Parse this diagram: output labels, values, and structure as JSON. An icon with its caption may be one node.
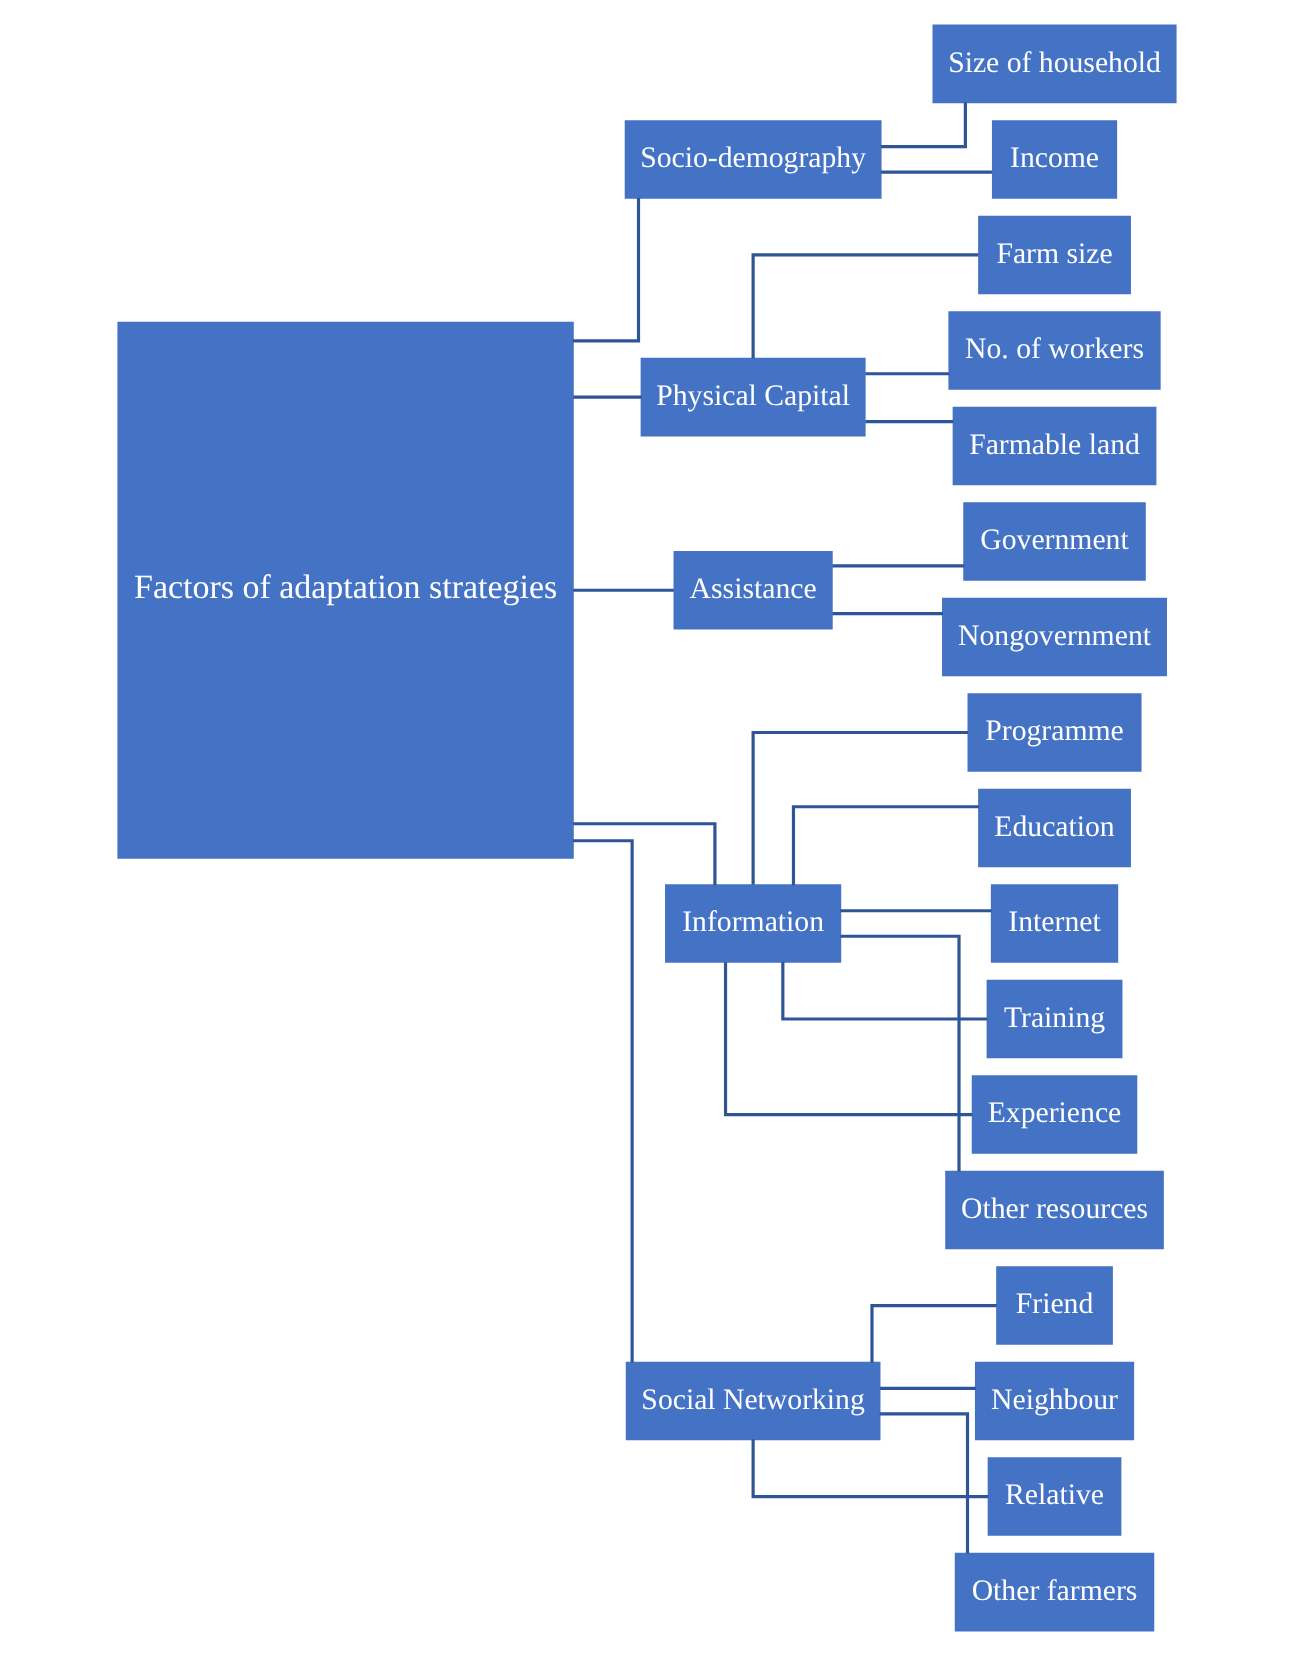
{
  "diagram": {
    "nodes": [
      {
        "text": [
          "Factors of adaptation strategies"
        ]
      },
      {
        "text": [
          "Socio-demography"
        ]
      },
      {
        "text": [
          "Size of household"
        ]
      },
      {
        "text": [
          "Income"
        ]
      },
      {
        "text": [
          "Physical Capital"
        ]
      },
      {
        "text": [
          "Farm size"
        ]
      },
      {
        "text": [
          "No. of workers"
        ]
      },
      {
        "text": [
          "Farmable land"
        ]
      },
      {
        "text": [
          "Assistance"
        ]
      },
      {
        "text": [
          "Government"
        ]
      },
      {
        "text": [
          "Nongovernment"
        ]
      },
      {
        "text": [
          "Information"
        ]
      },
      {
        "text": [
          "Programme"
        ]
      },
      {
        "text": [
          "Education"
        ]
      },
      {
        "text": [
          "Internet"
        ]
      },
      {
        "text": [
          "Training"
        ]
      },
      {
        "text": [
          "Experience"
        ]
      },
      {
        "text": [
          "Other resources"
        ]
      },
      {
        "text": [
          "Social Networking"
        ]
      },
      {
        "text": [
          "Friend"
        ]
      },
      {
        "text": [
          "Neighbour"
        ]
      },
      {
        "text": [
          "Relative"
        ]
      },
      {
        "text": [
          "Other farmers"
        ]
      }
    ],
    "edges": [
      {
        "from": 0,
        "to": 1,
        "arrow": "none"
      },
      {
        "from": 0,
        "to": 4,
        "arrow": "none"
      },
      {
        "from": 0,
        "to": 8,
        "arrow": "none"
      },
      {
        "from": 0,
        "to": 11,
        "arrow": "none"
      },
      {
        "from": 0,
        "to": 18,
        "arrow": "none"
      },
      {
        "from": 1,
        "to": 2,
        "arrow": "none"
      },
      {
        "from": 1,
        "to": 3,
        "arrow": "none"
      },
      {
        "from": 4,
        "to": 5,
        "arrow": "none"
      },
      {
        "from": 4,
        "to": 6,
        "arrow": "none"
      },
      {
        "from": 4,
        "to": 7,
        "arrow": "none"
      },
      {
        "from": 8,
        "to": 9,
        "arrow": "none"
      },
      {
        "from": 8,
        "to": 10,
        "arrow": "none"
      },
      {
        "from": 11,
        "to": 12,
        "arrow": "none"
      },
      {
        "from": 11,
        "to": 13,
        "arrow": "none"
      },
      {
        "from": 11,
        "to": 14,
        "arrow": "none"
      },
      {
        "from": 11,
        "to": 15,
        "arrow": "none"
      },
      {
        "from": 11,
        "to": 16,
        "arrow": "none"
      },
      {
        "from": 11,
        "to": 17,
        "arrow": "none"
      },
      {
        "from": 18,
        "to": 19,
        "arrow": "none"
      },
      {
        "from": 18,
        "to": 20,
        "arrow": "none"
      },
      {
        "from": 18,
        "to": 21,
        "arrow": "none"
      },
      {
        "from": 18,
        "to": 22,
        "arrow": "none"
      }
    ]
  }
}
